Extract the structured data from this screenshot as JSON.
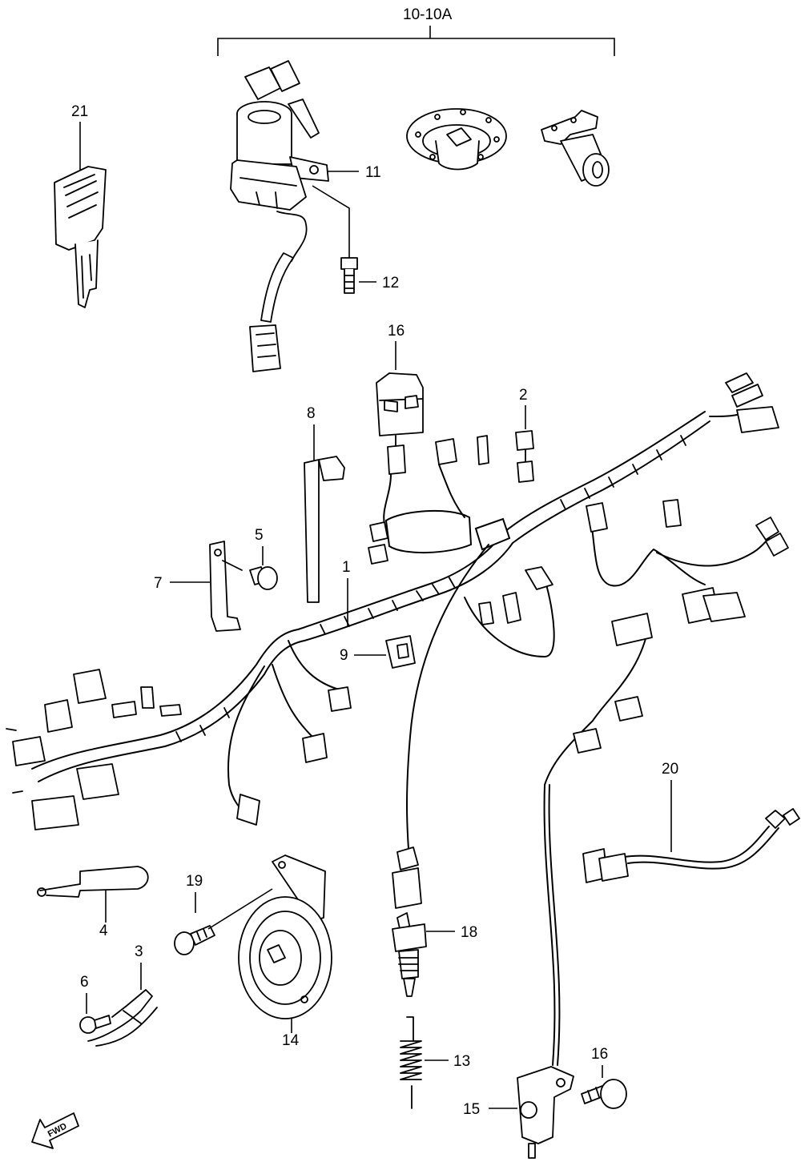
{
  "diagram": {
    "group_label": "10-10A",
    "fwd_label": "FWD",
    "callouts": [
      {
        "id": "21",
        "label": "21"
      },
      {
        "id": "11",
        "label": "11"
      },
      {
        "id": "12",
        "label": "12"
      },
      {
        "id": "16a",
        "label": "16"
      },
      {
        "id": "2",
        "label": "2"
      },
      {
        "id": "8",
        "label": "8"
      },
      {
        "id": "5",
        "label": "5"
      },
      {
        "id": "7",
        "label": "7"
      },
      {
        "id": "1",
        "label": "1"
      },
      {
        "id": "9",
        "label": "9"
      },
      {
        "id": "20",
        "label": "20"
      },
      {
        "id": "4",
        "label": "4"
      },
      {
        "id": "19",
        "label": "19"
      },
      {
        "id": "3",
        "label": "3"
      },
      {
        "id": "6",
        "label": "6"
      },
      {
        "id": "18",
        "label": "18"
      },
      {
        "id": "13",
        "label": "13"
      },
      {
        "id": "14",
        "label": "14"
      },
      {
        "id": "16b",
        "label": "16"
      },
      {
        "id": "15",
        "label": "15"
      }
    ]
  }
}
